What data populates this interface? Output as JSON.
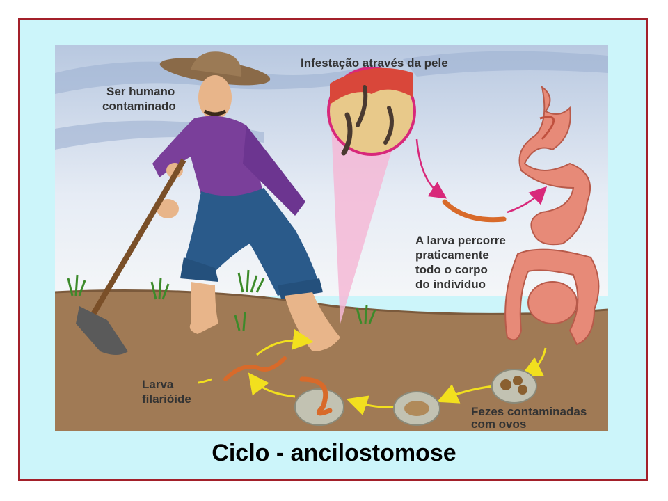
{
  "caption": "Ciclo - ancilostomose",
  "labels": {
    "human_line1": "Ser humano",
    "human_line2": "contaminado",
    "skin": "Infestação através da pele",
    "larva_path_line1": "A larva percorre",
    "larva_path_line2": "praticamente",
    "larva_path_line3": "todo o corpo",
    "larva_path_line4": "do indivíduo",
    "filariform_line1": "Larva",
    "filariform_line2": "filarióide",
    "feces_line1": "Fezes contaminadas",
    "feces_line2": "com ovos"
  },
  "colors": {
    "frame_border": "#a3202a",
    "frame_bg": "#ccf5fa",
    "soil": "#a07a55",
    "larva": "#d86a2a",
    "arrow_yellow": "#f2e01e",
    "arrow_magenta": "#d8287a",
    "intestine": "#e78a78",
    "shirt": "#7a3f9a",
    "pants": "#2a5a8a"
  }
}
